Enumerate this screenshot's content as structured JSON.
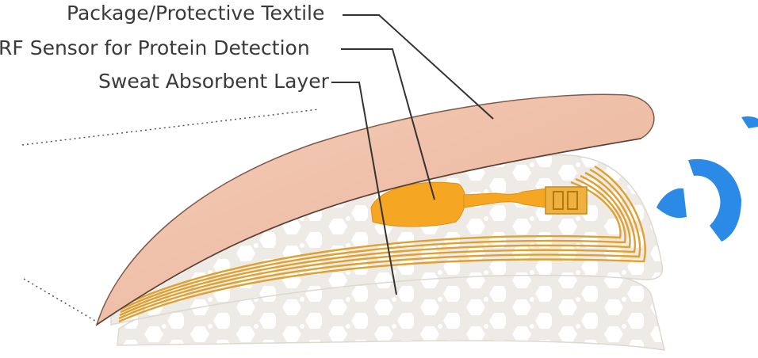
{
  "labels": {
    "textile": "Package/Protective Textile",
    "rf_sensor": "RF Sensor for Protein Detection",
    "sweat_layer": "Sweat Absorbent Layer"
  },
  "colors": {
    "textile": "#f1c3ae",
    "textile_edge": "#8a6a5a",
    "gold_coil": "#e0a030",
    "sensor_pad": "#f5a623",
    "mesh_white": "#f2f0ec",
    "wireless_blue": "#2a8ae6",
    "leader_line": "#333333"
  },
  "icons": {
    "wireless": "wireless-signal-icon"
  }
}
